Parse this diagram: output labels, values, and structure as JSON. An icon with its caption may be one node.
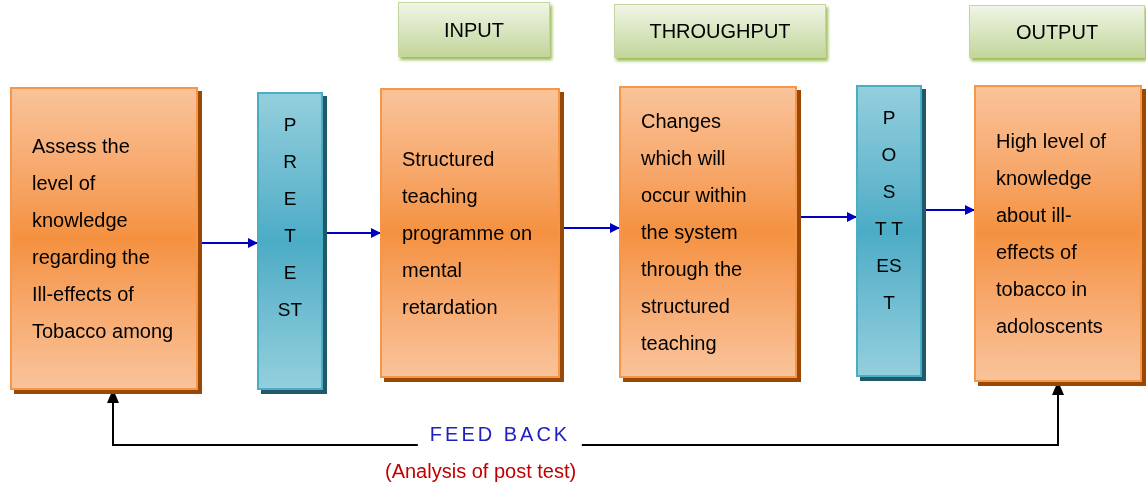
{
  "diagram": {
    "nodes": [
      {
        "text": [
          "Assess the level of knowledge regarding the Ill-effects of Tobacco among"
        ]
      },
      {
        "text": [
          "P R E T E ST"
        ]
      },
      {
        "text": [
          "Structured teaching programme on mental retardation"
        ]
      },
      {
        "text": [
          "Changes which will occur within the system through the structured teaching"
        ]
      },
      {
        "text": [
          "P O S T T ES T"
        ]
      },
      {
        "text": [
          "High level of knowledge about ill-effects of tobacco in adoloscents"
        ]
      },
      {
        "text": [
          "INPUT"
        ]
      },
      {
        "text": [
          "THROUGHPUT"
        ]
      },
      {
        "text": [
          "OUTPUT"
        ]
      }
    ],
    "edges": [
      {
        "from": 0,
        "to": 1,
        "arrow": "to"
      },
      {
        "from": 1,
        "to": 2,
        "arrow": "to"
      },
      {
        "from": 2,
        "to": 3,
        "arrow": "to"
      },
      {
        "from": 3,
        "to": 4,
        "arrow": "to"
      },
      {
        "from": 4,
        "to": 5,
        "arrow": "to"
      },
      {
        "from": 5,
        "to": 0,
        "arrow": "both",
        "label": "FEED BACK",
        "color": "#000000"
      }
    ],
    "labels": [
      "(Analysis of post test)"
    ]
  }
}
